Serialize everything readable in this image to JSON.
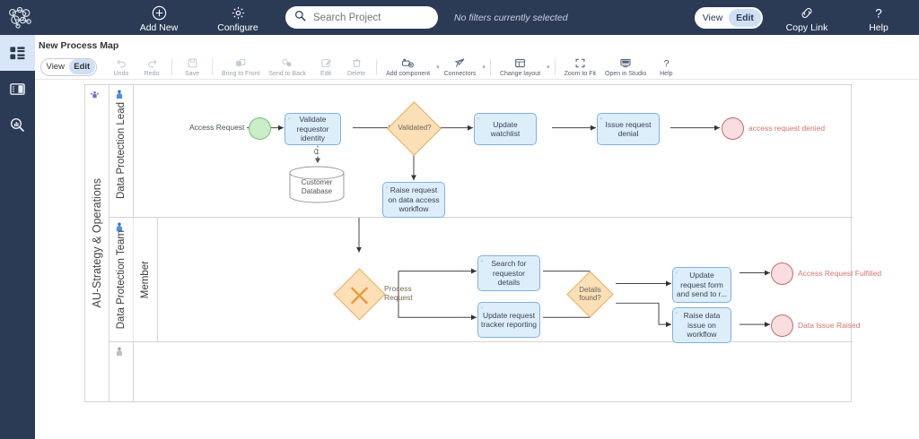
{
  "topbar": {
    "logo_icon": "molecule-logo-icon",
    "actions": [
      {
        "label": "Add New",
        "icon": "plus-circle-icon"
      },
      {
        "label": "Configure",
        "icon": "gear-icon"
      }
    ],
    "search": {
      "placeholder": "Search Project",
      "value": "",
      "icon": "search-icon"
    },
    "filter_status": "No filters currently selected",
    "mode_toggle": {
      "options": [
        "View",
        "Edit"
      ],
      "selected": "Edit"
    },
    "copy_link": {
      "label": "Copy Link",
      "icon": "link-icon"
    },
    "help": {
      "label": "Help",
      "icon": "question-mark-icon"
    }
  },
  "rail": {
    "items": [
      {
        "name": "dashboard",
        "icon": "grid-tiles-icon",
        "active": true
      },
      {
        "name": "layout-panel",
        "icon": "panel-layout-icon",
        "active": false
      },
      {
        "name": "analytics-search",
        "icon": "search-chart-icon",
        "active": false
      }
    ]
  },
  "editor": {
    "title": "New Process Map",
    "mode_toggle": {
      "options": [
        "View",
        "Edit"
      ],
      "selected": "Edit"
    },
    "tools": [
      {
        "label": "Undo",
        "icon": "undo-arrow-icon",
        "enabled": false
      },
      {
        "label": "Redo",
        "icon": "redo-arrow-icon",
        "enabled": false
      },
      {
        "label": "Save",
        "icon": "save-disk-icon",
        "enabled": false
      },
      {
        "label": "Bring to Front",
        "icon": "bring-to-front-icon",
        "enabled": false
      },
      {
        "label": "Send to Back",
        "icon": "send-to-back-icon",
        "enabled": false
      },
      {
        "label": "Edit",
        "icon": "pencil-edit-icon",
        "enabled": false
      },
      {
        "label": "Delete",
        "icon": "trash-bin-icon",
        "enabled": false
      },
      {
        "label": "Add component",
        "icon": "add-component-icon",
        "enabled": true,
        "dropdown": true
      },
      {
        "label": "Connectors",
        "icon": "connector-icon",
        "enabled": true,
        "dropdown": true
      },
      {
        "label": "Change layout",
        "icon": "layout-grid-icon",
        "enabled": true,
        "dropdown": true
      },
      {
        "label": "Zoom to Fit",
        "icon": "fit-screen-icon",
        "enabled": true
      },
      {
        "label": "Open in Studio",
        "icon": "monitor-icon",
        "enabled": true
      },
      {
        "label": "Help",
        "icon": "question-mark-icon",
        "enabled": true
      }
    ]
  },
  "diagram": {
    "pool": {
      "label": "AU-Strategy & Operations",
      "icon": "group-people-icon"
    },
    "lanes": [
      {
        "label": "Data Protection Lead",
        "icon": "person-icon"
      },
      {
        "label_line1": "Data Protection Team",
        "label_line2": "Member",
        "icon": "person-icon"
      },
      {
        "label": "",
        "icon": "person-icon"
      }
    ],
    "start_event": {
      "label": "Access Request",
      "type": "start"
    },
    "tasks": [
      {
        "id": "validate",
        "label": "Validate requestor identity"
      },
      {
        "id": "update-watchlist",
        "label": "Update watchlist"
      },
      {
        "id": "issue-denial",
        "label": "Issue request denial"
      },
      {
        "id": "raise-request",
        "label": "Raise request on data access workflow"
      },
      {
        "id": "search-details",
        "label": "Search for requestor details"
      },
      {
        "id": "update-tracker",
        "label": "Update request tracker reporting"
      },
      {
        "id": "update-form",
        "label": "Update request form and send to r..."
      },
      {
        "id": "raise-issue",
        "label": "Raise data issue on workflow"
      }
    ],
    "gateways": [
      {
        "id": "validated",
        "label": "Validated?"
      },
      {
        "id": "process-request",
        "label_line1": "Process",
        "label_line2": "Request"
      },
      {
        "id": "details-found",
        "label_line1": "Details",
        "label_line2": "found?"
      }
    ],
    "datastore": {
      "label_line1": "Customer",
      "label_line2": "Database",
      "connector_label": "0"
    },
    "end_events": [
      {
        "id": "denied",
        "label": "access request denied"
      },
      {
        "id": "fulfilled",
        "label": "Access Request Fulfilled"
      },
      {
        "id": "data-issue",
        "label": "Data Issue Raised"
      }
    ]
  },
  "colors": {
    "topbar": "#2b3a55",
    "accent": "#cfe0f5",
    "task_fill": "#ddeefb",
    "task_border": "#7fb0e0",
    "gateway_fill": "#fbdfb6",
    "gateway_border": "#e8ae5e",
    "start_fill": "#c9ecc9",
    "end_fill": "#f8dede",
    "end_border": "#c96a6a",
    "end_label": "#d0766c"
  }
}
